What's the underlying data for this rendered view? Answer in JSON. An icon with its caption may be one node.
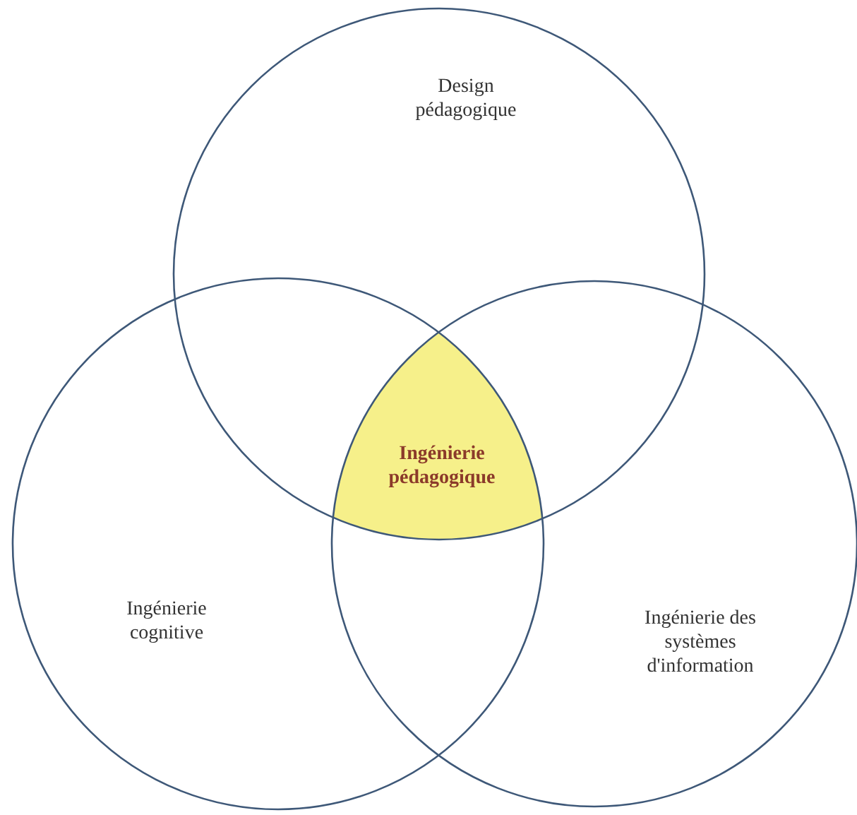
{
  "diagram": {
    "nodes": [
      {
        "text": [
          "Design pédagogique"
        ]
      },
      {
        "text": [
          "Ingénierie pédagogique"
        ]
      },
      {
        "text": [
          "Ingénierie cognitive"
        ]
      },
      {
        "text": [
          "Ingénierie des systèmes d'information"
        ]
      }
    ],
    "edges": []
  }
}
